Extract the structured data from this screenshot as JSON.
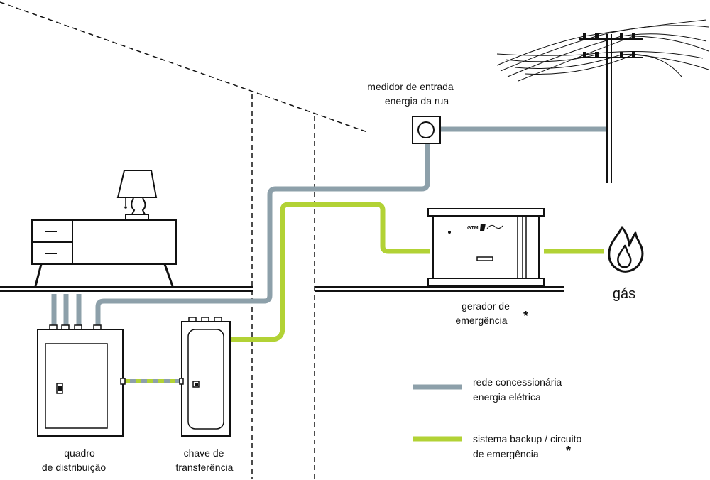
{
  "labels": {
    "meter_line1": "medidor de entrada",
    "meter_line2": "energia da rua",
    "panel_line1": "quadro",
    "panel_line2": "de distribuição",
    "switch_line1": "chave de",
    "switch_line2": "transferência",
    "generator_line1": "gerador de",
    "generator_line2": "emergência",
    "generator_note": "*",
    "gas": "gás",
    "generator_brand": "GTM"
  },
  "legend": {
    "items": [
      {
        "line1": "rede concessionária",
        "line2": "energia elétrica",
        "note": ""
      },
      {
        "line1": "sistema backup / circuito",
        "line2": "de emergência",
        "note": "*"
      }
    ]
  },
  "colors": {
    "utility_line": "#8da0aa",
    "backup_line": "#b2d235",
    "outline": "#111111"
  },
  "icons": [
    "lamp-icon",
    "flame-icon",
    "electric-meter-icon",
    "utility-pole-icon"
  ]
}
